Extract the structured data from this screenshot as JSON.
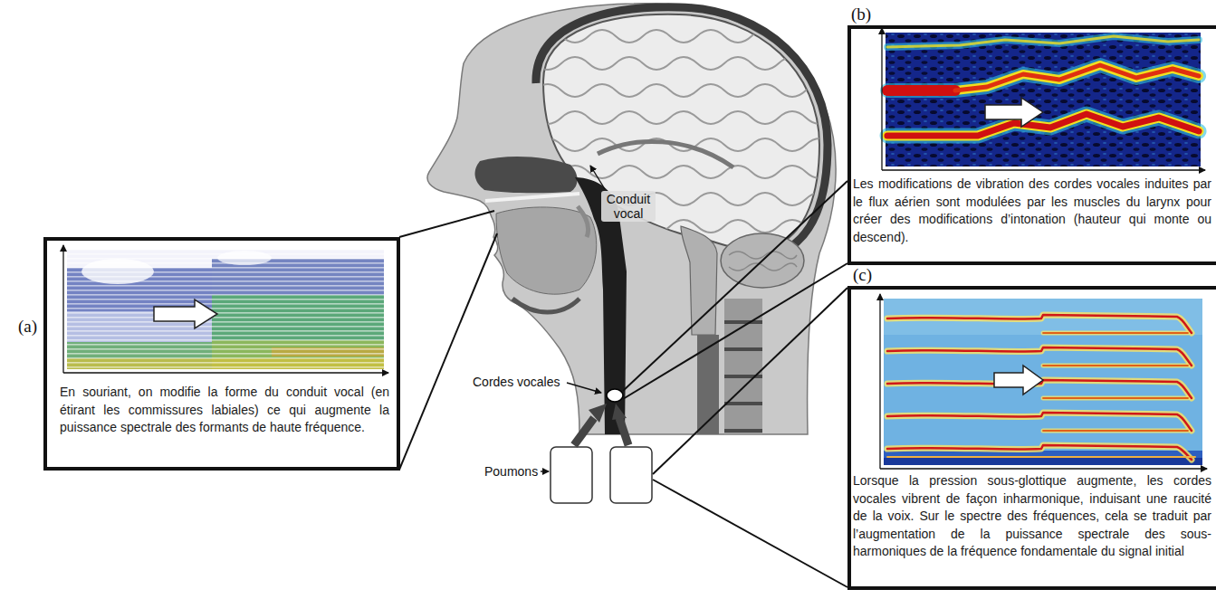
{
  "diagram": {
    "nodes": [
      {
        "text": [
          "(a)",
          "En souriant, on modifie la forme du conduit vocal (en étirant les commissures labiales) ce qui augmente la puissance spectrale des formants de haute fréquence."
        ]
      },
      {
        "text": [
          "(b)",
          "Les modifications de vibration des cordes vocales induites par le flux aérien sont modulées par les muscles du larynx pour créer des modifications d’intonation (hauteur qui monte ou descend)."
        ]
      },
      {
        "text": [
          "(c)",
          "Lorsque la pression sous-glottique augmente, les cordes vocales vibrent de façon inharmonique, induisant une raucité de la voix. Sur le spectre des fréquences, cela se traduit par l’augmentation de la puissance spectrale des sous-harmoniques de la fréquence fondamentale du signal initial"
        ]
      }
    ],
    "labels": [
      "Conduit vocal",
      "Cordes vocales",
      "Poumons"
    ]
  }
}
